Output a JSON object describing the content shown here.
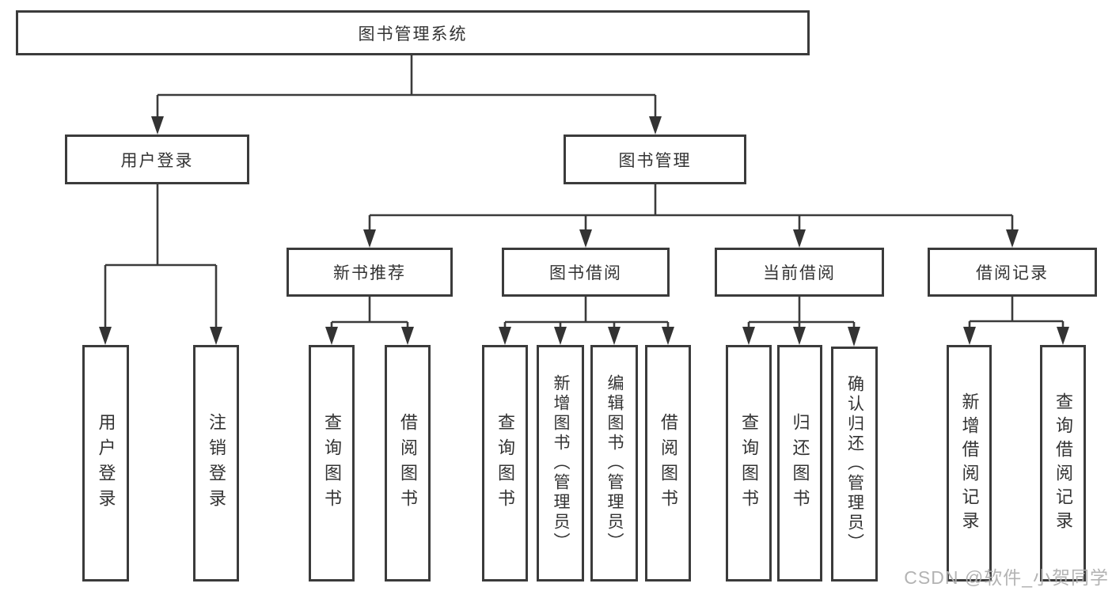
{
  "tree": {
    "root": {
      "label": "图书管理系统"
    },
    "level2": [
      {
        "label": "用户登录"
      },
      {
        "label": "图书管理"
      }
    ],
    "level3": [
      {
        "label": "新书推荐"
      },
      {
        "label": "图书借阅"
      },
      {
        "label": "当前借阅"
      },
      {
        "label": "借阅记录"
      }
    ],
    "leaves": {
      "user_login": [
        "用户登录",
        "注销登录"
      ],
      "new_book_recommend": [
        "查询图书",
        "借阅图书"
      ],
      "book_borrow": [
        "查询图书",
        "新增图书（管理员）",
        "编辑图书（管理员）",
        "借阅图书"
      ],
      "current_borrow": [
        "查询图书",
        "归还图书",
        "确认归还（管理员）"
      ],
      "borrow_records": [
        "新增借阅记录",
        "查询借阅记录"
      ]
    }
  },
  "watermark": {
    "text": "CSDN @软件_小贺同学"
  },
  "colors": {
    "line": "#3b3b3b",
    "text": "#333333",
    "watermark": "#afafaf",
    "background": "#ffffff"
  }
}
